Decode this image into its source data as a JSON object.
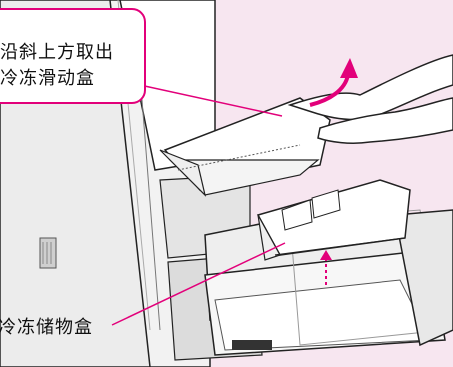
{
  "callout_top": {
    "line1": "沿斜上方取出",
    "line2": "冷冻滑动盒"
  },
  "label_bottom": "冷冻储物盒",
  "colors": {
    "background": "#f7e6f0",
    "callout_border": "#e2007a",
    "leader_line": "#e2007a",
    "arrow": "#e2007a"
  }
}
